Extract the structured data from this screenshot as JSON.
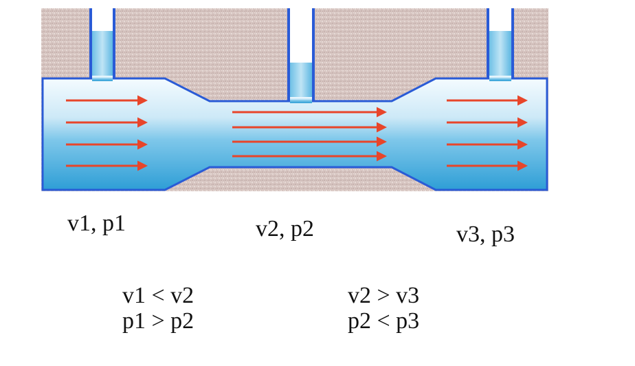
{
  "diagram": {
    "colors": {
      "background": "#d9c8c4",
      "fluid_light": "#eaf6fc",
      "fluid_dark": "#2f9fd6",
      "pipe_outline": "#2a5bd6",
      "arrow": "#e8452a",
      "column_white": "#ffffff"
    },
    "sections": [
      {
        "id": "1",
        "label": "v1, p1"
      },
      {
        "id": "2",
        "label": "v2, p2"
      },
      {
        "id": "3",
        "label": "v3, p3"
      }
    ],
    "relations": [
      {
        "line1": "v1 < v2",
        "line2": "p1 > p2"
      },
      {
        "line1": "v2 > v3",
        "line2": "p2 < p3"
      }
    ]
  }
}
